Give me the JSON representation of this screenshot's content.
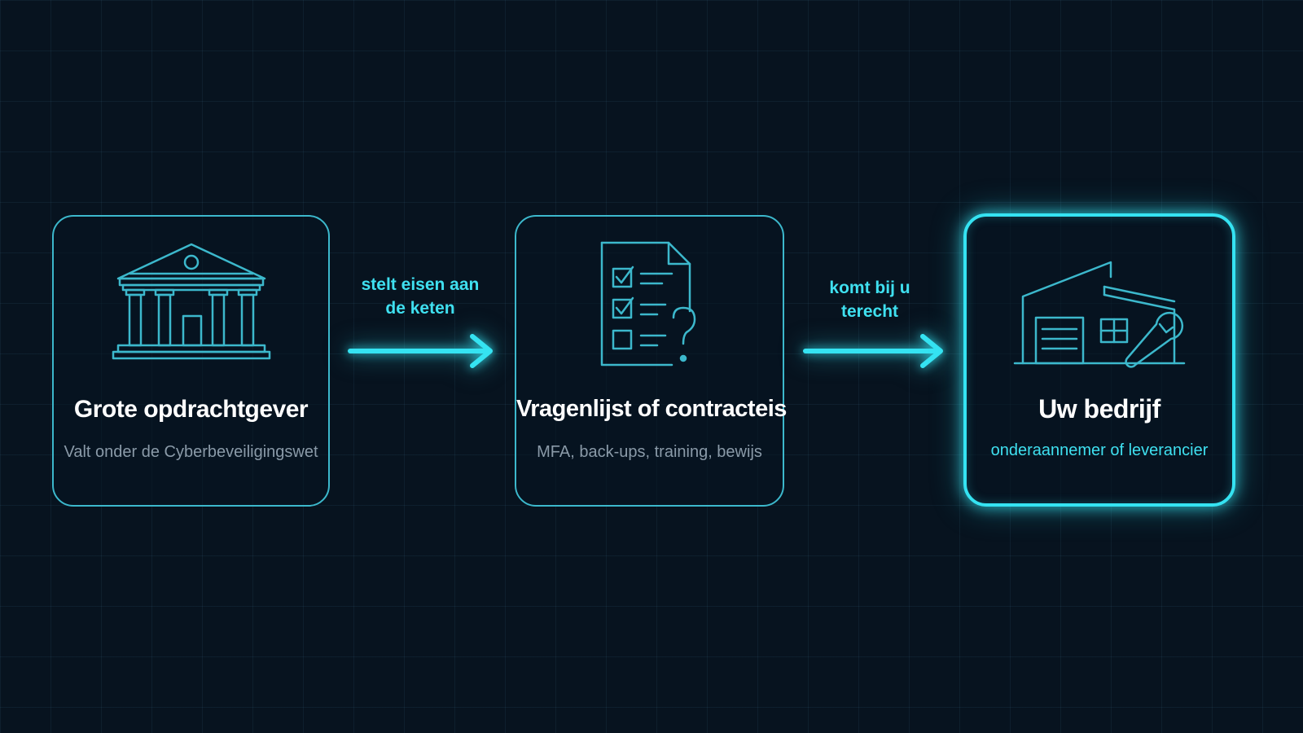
{
  "diagram": {
    "steps": [
      {
        "title": "Grote opdrachtgever",
        "subtitle": "Valt onder de Cyberbeveiligingswet",
        "icon": "government-building-icon"
      },
      {
        "title": "Vragenlijst of contracteis",
        "subtitle": "MFA, back-ups, training, bewijs",
        "icon": "checklist-document-icon"
      },
      {
        "title": "Uw bedrijf",
        "subtitle": "onderaannemer of leverancier",
        "icon": "workshop-building-icon"
      }
    ],
    "connectors": [
      {
        "line1": "stelt eisen aan",
        "line2": "de keten"
      },
      {
        "line1": "komt bij u",
        "line2": "terecht"
      }
    ]
  },
  "colors": {
    "background": "#07131f",
    "accent": "#35e3f2",
    "card_border": "#3cb8cc",
    "muted_text": "#8a9aa8",
    "title_text": "#ffffff"
  }
}
